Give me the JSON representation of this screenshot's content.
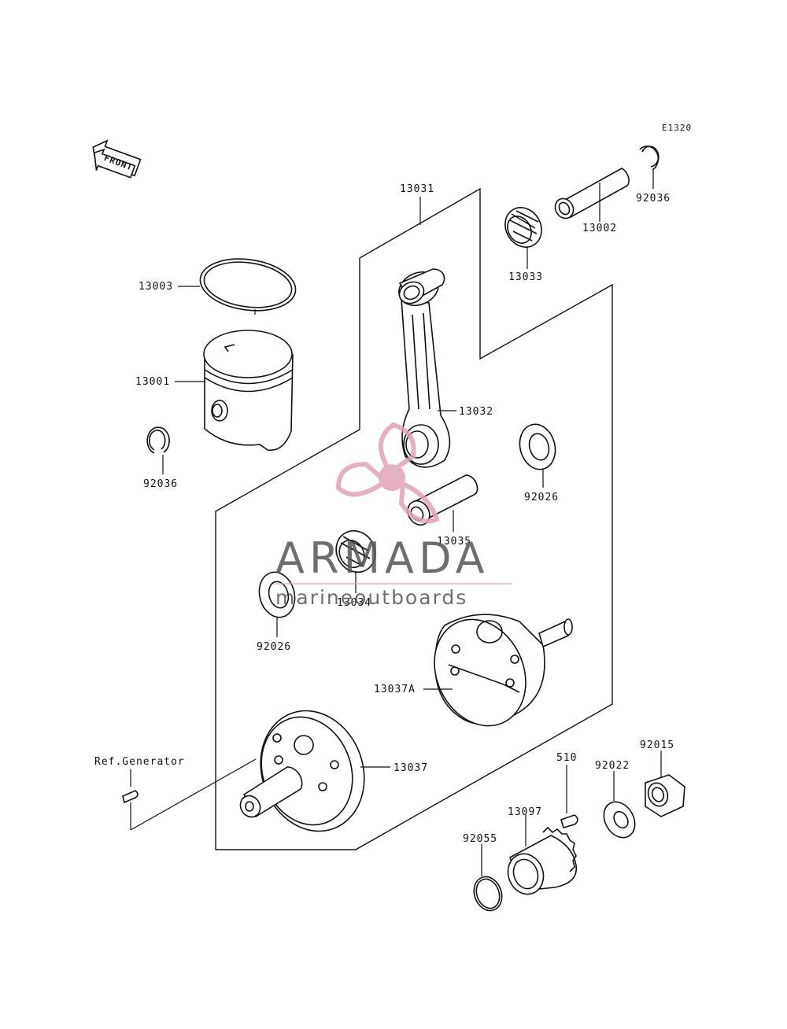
{
  "diagram_code": "E1320",
  "front_label": "FRONT",
  "parts": {
    "p13031": "13031",
    "p13002": "13002",
    "p92036_top": "92036",
    "p13033": "13033",
    "p13003": "13003",
    "p13001": "13001",
    "p92036_left": "92036",
    "p13032": "13032",
    "p92026_right": "92026",
    "p13035": "13035",
    "p13034": "13034",
    "p92026_left": "92026",
    "p13037A": "13037A",
    "p13037": "13037",
    "ref_generator": "Ref.Generator",
    "p510": "510",
    "p92022": "92022",
    "p92015": "92015",
    "p13097": "13097",
    "p92055": "92055"
  },
  "watermark": {
    "brand": "ARMADA",
    "tagline": "marineoutboards",
    "logo_color": "#e0a3b8",
    "text_color": "#555555"
  }
}
